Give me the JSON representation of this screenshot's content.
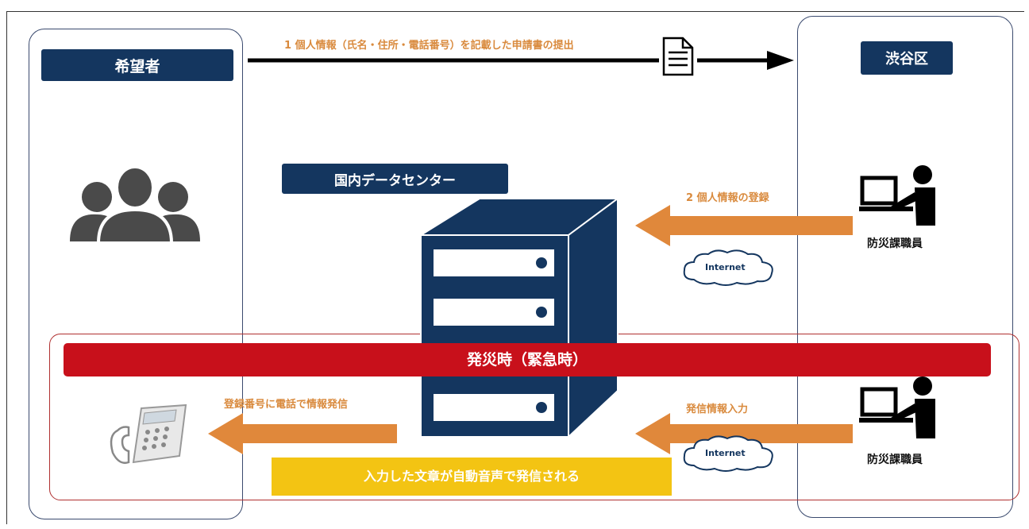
{
  "left_panel": {
    "label": "希望者",
    "icon": "people-group-icon"
  },
  "right_panel": {
    "label": "渋谷区"
  },
  "datacenter_label": "国内データセンター",
  "step1_text": "1 個人情報（氏名・住所・電話番号）を記載した申請書の提出",
  "step2_text": "2 個人情報の登録",
  "staff_label_top": "防災課職員",
  "staff_label_bottom": "防災課職員",
  "internet_top": "Internet",
  "internet_bottom": "Internet",
  "emergency_banner": "発災時（緊急時）",
  "send_input_text": "発信情報入力",
  "call_text": "登録番号に電話で情報発信",
  "auto_voice_text": "入力した文章が自動音声で発信される",
  "colors": {
    "navy": "#14365f",
    "orange": "#e0883b",
    "red": "#c8101b",
    "yellow": "#f3c413",
    "text_orange": "#d98a3d"
  }
}
